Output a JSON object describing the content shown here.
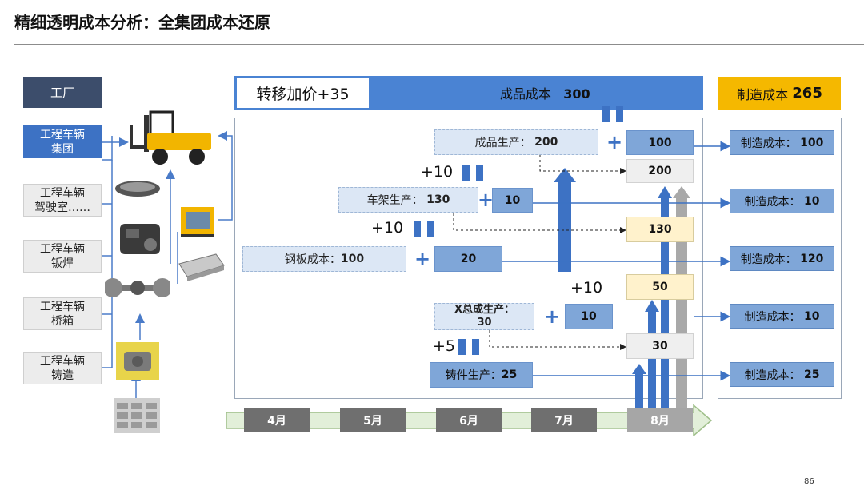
{
  "title": "精细透明成本分析：全集团成本还原",
  "page_number": "86",
  "factory_header": "工厂",
  "factories": [
    {
      "label": "工程车辆\n集团"
    },
    {
      "label": "工程车辆\n驾驶室……"
    },
    {
      "label": "工程车辆\n钣焊"
    },
    {
      "label": "工程车辆\n桥箱"
    },
    {
      "label": "工程车辆\n铸造"
    }
  ],
  "images": [
    "forklift",
    "cab-part",
    "engine",
    "cab-frame",
    "axle",
    "sheet-metal",
    "casting",
    "ingots"
  ],
  "top_bar": {
    "markup": "转移加价+35",
    "product_cost_label": "成品成本",
    "product_cost_value": "300"
  },
  "mfg_header": {
    "label": "制造成本",
    "value": "265"
  },
  "stages": {
    "finished": {
      "label": "成品生产：",
      "value": "200",
      "add": "100"
    },
    "frame": {
      "label": "车架生产：",
      "value": "130",
      "add": "10"
    },
    "steel": {
      "label": "钢板成本：",
      "value": "100",
      "add": "20"
    },
    "xassembly": {
      "label": "X总成生产：",
      "value": "30",
      "add": "10"
    },
    "casting": {
      "label": "铸件生产：",
      "value": "25"
    }
  },
  "increments": [
    "+10",
    "+10",
    "+10",
    "+5"
  ],
  "totals": [
    "200",
    "130",
    "50",
    "30"
  ],
  "mfg_costs": [
    {
      "label": "制造成本：",
      "value": "100"
    },
    {
      "label": "制造成本：",
      "value": "10"
    },
    {
      "label": "制造成本：",
      "value": "120"
    },
    {
      "label": "制造成本：",
      "value": "10"
    },
    {
      "label": "制造成本：",
      "value": "25"
    }
  ],
  "months": [
    "4月",
    "5月",
    "6月",
    "7月",
    "8月"
  ],
  "colors": {
    "accent": "#3d72c4",
    "navy": "#3c4d6b",
    "gold": "#f5b800",
    "mid_blue": "#7fa6d8"
  }
}
